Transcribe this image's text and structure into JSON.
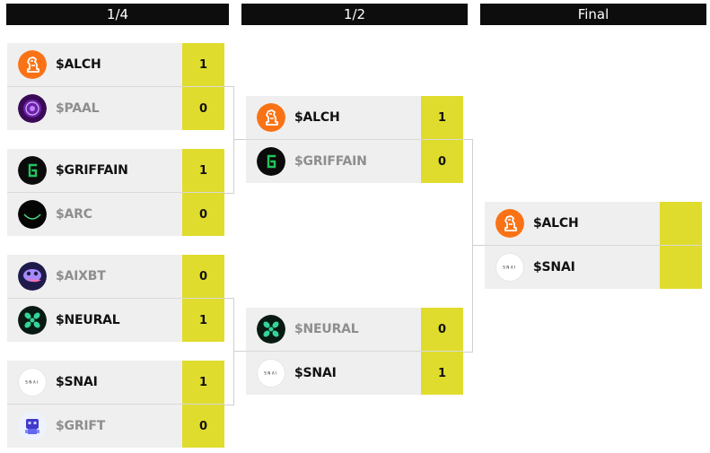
{
  "headers": {
    "quarter": "1/4",
    "semi": "1/2",
    "final": "Final"
  },
  "quarter": [
    {
      "top": {
        "name": "$ALCH",
        "score": "1",
        "icon": "alch-icon"
      },
      "bottom": {
        "name": "$PAAL",
        "score": "0",
        "icon": "paal-icon"
      }
    },
    {
      "top": {
        "name": "$GRIFFAIN",
        "score": "1",
        "icon": "griffain-icon"
      },
      "bottom": {
        "name": "$ARC",
        "score": "0",
        "icon": "arc-icon"
      }
    },
    {
      "top": {
        "name": "$AIXBT",
        "score": "0",
        "icon": "aixbt-icon"
      },
      "bottom": {
        "name": "$NEURAL",
        "score": "1",
        "icon": "neural-icon"
      }
    },
    {
      "top": {
        "name": "$SNAI",
        "score": "1",
        "icon": "snai-icon"
      },
      "bottom": {
        "name": "$GRIFT",
        "score": "0",
        "icon": "grift-icon"
      }
    }
  ],
  "semi": [
    {
      "top": {
        "name": "$ALCH",
        "score": "1",
        "icon": "alch-icon"
      },
      "bottom": {
        "name": "$GRIFFAIN",
        "score": "0",
        "icon": "griffain-icon"
      }
    },
    {
      "top": {
        "name": "$NEURAL",
        "score": "0",
        "icon": "neural-icon"
      },
      "bottom": {
        "name": "$SNAI",
        "score": "1",
        "icon": "snai-icon"
      }
    }
  ],
  "final": {
    "top": {
      "name": "$ALCH",
      "score": "",
      "icon": "alch-icon"
    },
    "bottom": {
      "name": "$SNAI",
      "score": "",
      "icon": "snai-icon"
    }
  },
  "colors": {
    "score_bg": "#e0dc2e",
    "row_bg": "#efefef",
    "header_bg": "#0d0d0d",
    "loser_text": "#8e8e8e"
  },
  "icons": {
    "snai_text": "SNAI"
  }
}
